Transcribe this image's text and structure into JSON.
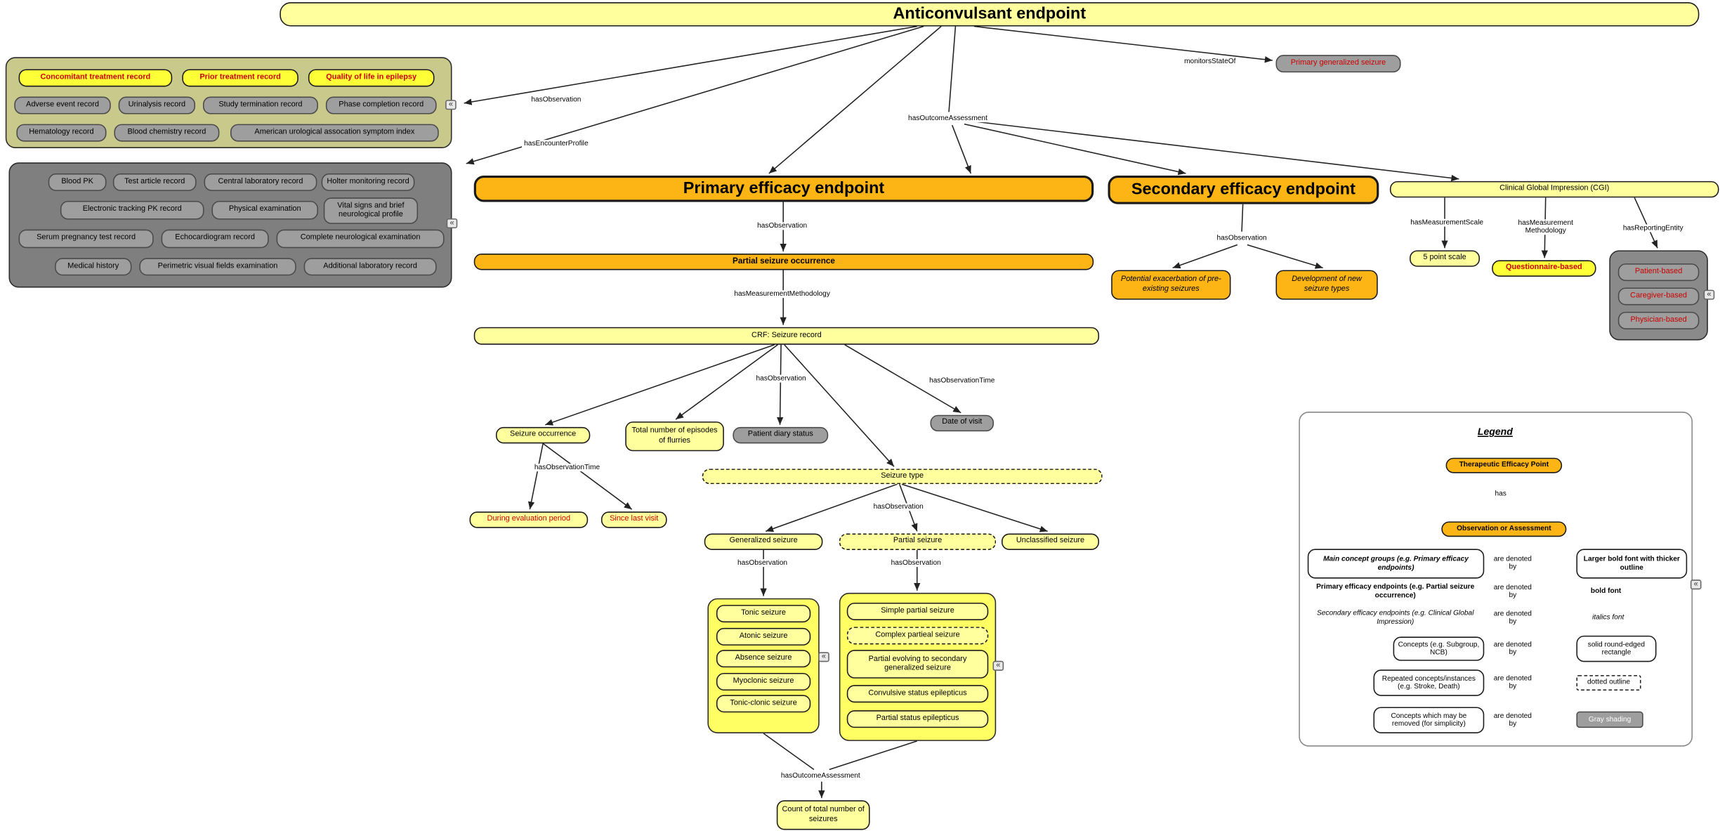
{
  "root": {
    "title": "Anticonvulsant endpoint"
  },
  "icons": {
    "collapse": "«"
  },
  "edges": {
    "has_observation": "hasObservation",
    "has_encounter_profile": "hasEncounterProfile",
    "has_outcome_assessment": "hasOutcomeAssessment",
    "monitors_state_of": "monitorsStateOf",
    "has_measurement_methodology": "hasMeasurementMethodology",
    "has_observation_time": "hasObservationTime",
    "has_measurement_scale": "hasMeasurementScale",
    "has_measurement": "hasMeasurement",
    "methodology": "Methodology",
    "has_reporting_entity": "hasReportingEntity",
    "has": "has"
  },
  "obs_group": {
    "row1": [
      "Concomitant treatment record",
      "Prior treatment record",
      "Quality of life in epilepsy"
    ],
    "row2": [
      "Adverse event record",
      "Urinalysis record",
      "Study termination record",
      "Phase completion record"
    ],
    "row3": [
      "Hematology record",
      "Blood chemistry record",
      "American urological assocation symptom index"
    ]
  },
  "enc_group": {
    "row1": [
      "Blood PK",
      "Test article record",
      "Central laboratory record",
      "Holter monitoring record"
    ],
    "row2": [
      "Electronic tracking PK record",
      "Physical examination",
      "Vital signs and brief neurological profile"
    ],
    "row3": [
      "Serum pregnancy test record",
      "Echocardiogram record",
      "Complete neurological examination"
    ],
    "row4": [
      "Medical history",
      "Perimetric visual fields examination",
      "Additional laboratory record"
    ]
  },
  "monitored": "Primary generalized seizure",
  "primary": {
    "title": "Primary efficacy endpoint",
    "occurrence": "Partial seizure occurrence",
    "crf": "CRF: Seizure record",
    "seizure_occurrence": "Seizure occurrence",
    "flurries": "Total number of episodes of flurries",
    "diary": "Patient diary status",
    "date_of_visit": "Date of visit",
    "seizure_type": "Seizure type",
    "during_eval": "During evaluation period",
    "since_last": "Since last visit",
    "generalized": "Generalized seizure",
    "partial": "Partial seizure",
    "unclassified": "Unclassified seizure",
    "generalized_types": [
      "Tonic seizure",
      "Atonic seizure",
      "Absence seizure",
      "Myoclonic seizure",
      "Tonic-clonic seizure"
    ],
    "partial_types": [
      "Simple partial seizure",
      "Complex partieal seizure",
      "Partial evolving to secondary generalized seizure",
      "Convulsive status epilepticus",
      "Partial status epilepticus"
    ],
    "count_total": "Count of total number of seizures"
  },
  "secondary": {
    "title": "Secondary efficacy endpoint",
    "exacerbation": "Potential exacerbation of pre-existing seizures",
    "new_types": "Development of new seizure types"
  },
  "cgi": {
    "title": "Clinical Global Impression (CGI)",
    "scale": "5 point scale",
    "questionnaire": "Questionnaire-based",
    "reporting": [
      "Patient-based",
      "Caregiver-based",
      "Physician-based"
    ]
  },
  "legend": {
    "title": "Legend",
    "therapeutic": "Therapeutic Efficacy Point",
    "observation": "Observation or Assessment",
    "denoted_line1": "are denoted",
    "denoted_line2": "by",
    "rows": [
      {
        "left": "Main concept groups (e.g. Primary efficacy endpoints)",
        "right": "Larger bold font with thicker outline"
      },
      {
        "left": "Primary efficacy endpoints (e.g. Partial seizure occurrence)",
        "right": "bold font"
      },
      {
        "left": "Secondary efficacy endpoints (e.g. Clinical Global Impression)",
        "right": "italics font"
      },
      {
        "left": "Concepts (e.g. Subgroup, NCB)",
        "right": "solid round-edged rectangle"
      },
      {
        "left": "Repeated concepts/instances (e.g. Stroke, Death)",
        "right": "dotted outline"
      },
      {
        "left": "Concepts which may be removed (for simplicity)",
        "right": "Gray shading"
      }
    ]
  },
  "colors": {
    "orange": "#FDB515",
    "pale_yellow": "#FFFF9E",
    "bright_yellow": "#FFFF38",
    "group_yellow": "#FFFF63",
    "gray_node": "#9E9E9E",
    "dark_group": "#7F7F7F",
    "olive_group": "#C9C98C",
    "red_text": "#CC0000"
  }
}
